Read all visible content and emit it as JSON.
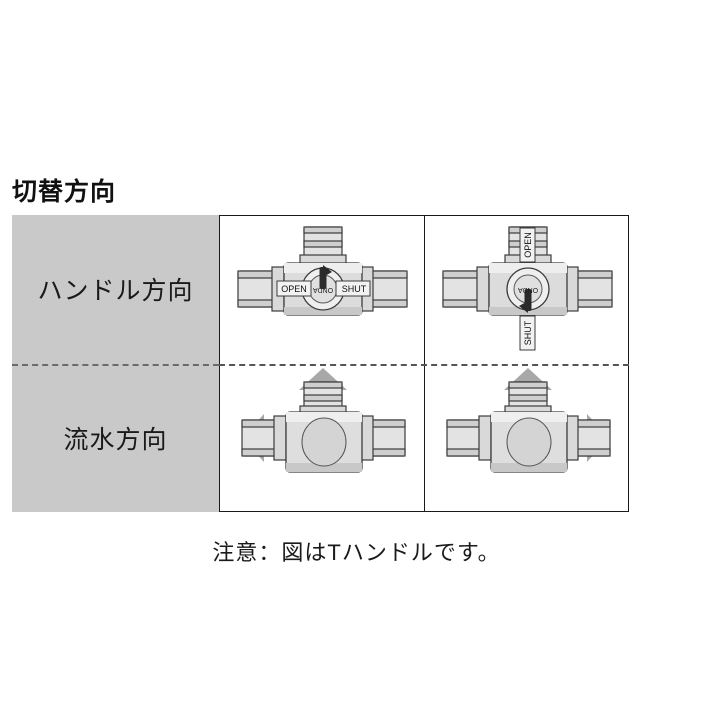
{
  "page": {
    "title": "切替方向",
    "note": "注意：図はTハンドルです。"
  },
  "table": {
    "rows": [
      {
        "label": "ハンドル方向",
        "cells": [
          {
            "figure": "t-handle-valve-horizontal",
            "markings": [
              "OPEN",
              "SHUT",
              "ONDA"
            ]
          },
          {
            "figure": "t-handle-valve-vertical",
            "markings": [
              "OPEN",
              "SHUT",
              "ONDA"
            ]
          }
        ]
      },
      {
        "label": "流水方向",
        "cells": [
          {
            "figure": "flow-valve-left-up",
            "arrows": [
              "up",
              "left"
            ]
          },
          {
            "figure": "flow-valve-right-up",
            "arrows": [
              "up",
              "right"
            ]
          }
        ]
      }
    ]
  },
  "colors": {
    "label_background": "#c9c9c9",
    "border": "#1a1a1a",
    "arrow": "#a6a6a6",
    "valve_body": "#d9d9d9",
    "valve_outline": "#3c3c3c",
    "page_background": "#ffffff"
  },
  "valve_labels": {
    "open": "OPEN",
    "shut": "SHUT",
    "brand": "ONDA"
  }
}
